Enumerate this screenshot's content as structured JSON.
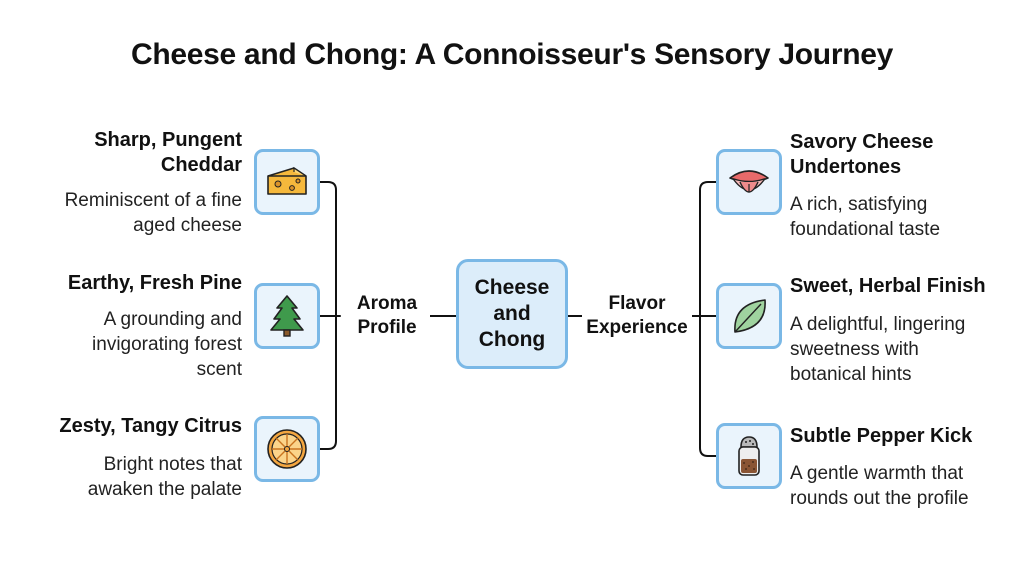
{
  "title": "Cheese and Chong: A Connoisseur's Sensory Journey",
  "center": {
    "label_lines": [
      "Cheese",
      "and",
      "Chong"
    ]
  },
  "aroma": {
    "hub_lines": [
      "Aroma",
      "Profile"
    ],
    "items": [
      {
        "title_lines": [
          "Sharp, Pungent",
          "Cheddar"
        ],
        "desc_lines": [
          "Reminiscent of a fine",
          "aged cheese"
        ],
        "icon": "cheese-wedge-icon"
      },
      {
        "title_lines": [
          "Earthy, Fresh Pine"
        ],
        "desc_lines": [
          "A grounding and",
          "invigorating forest",
          "scent"
        ],
        "icon": "pine-tree-icon"
      },
      {
        "title_lines": [
          "Zesty, Tangy Citrus"
        ],
        "desc_lines": [
          "Bright notes that",
          "awaken the palate"
        ],
        "icon": "citrus-slice-icon"
      }
    ]
  },
  "flavor": {
    "hub_lines": [
      "Flavor",
      "Experience"
    ],
    "items": [
      {
        "title_lines": [
          "Savory Cheese",
          "Undertones"
        ],
        "desc_lines": [
          "A rich, satisfying",
          "foundational taste"
        ],
        "icon": "tongue-icon"
      },
      {
        "title_lines": [
          "Sweet, Herbal Finish"
        ],
        "desc_lines": [
          "A delightful, lingering",
          "sweetness with",
          "botanical hints"
        ],
        "icon": "leaf-icon"
      },
      {
        "title_lines": [
          "Subtle Pepper Kick"
        ],
        "desc_lines": [
          "A gentle warmth that",
          "rounds out the profile"
        ],
        "icon": "pepper-shaker-icon"
      }
    ]
  },
  "colors": {
    "box_border": "#7ab8e6",
    "box_fill": "#eaf4fc",
    "line": "#111111"
  }
}
